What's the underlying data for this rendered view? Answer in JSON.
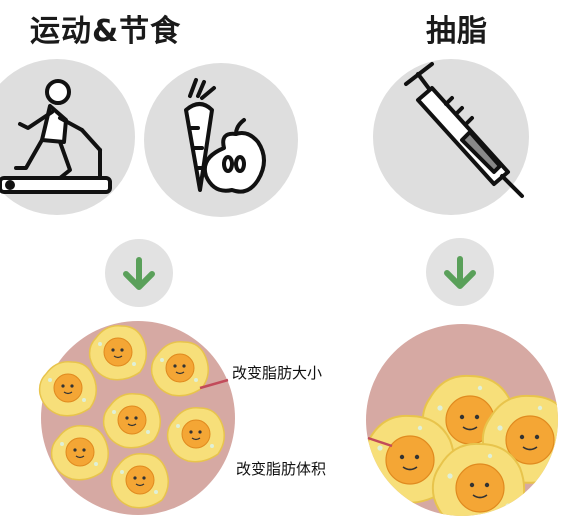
{
  "titles": {
    "left": "运动&节食",
    "right": "抽脂"
  },
  "annotations": {
    "size_change": "改变脂肪大小",
    "volume_change": "改变脂肪体积"
  },
  "colors": {
    "icon_circle": "#dedede",
    "arrow_circle": "#e2e2e2",
    "arrow": "#5aa05a",
    "tissue": "#d6a9a3",
    "fat_outer": "#f5d86a",
    "fat_inner": "#f4a635",
    "pointer": "#c24b5a"
  },
  "icons": [
    "treadmill-runner-icon",
    "carrot-apple-icon",
    "syringe-icon",
    "down-arrow-icon"
  ]
}
